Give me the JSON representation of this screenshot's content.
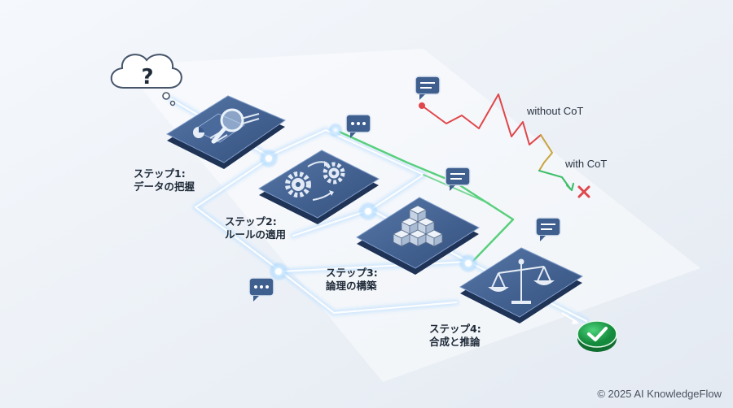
{
  "steps": [
    {
      "title": "ステップ1:",
      "desc": "データの把握"
    },
    {
      "title": "ステップ2:",
      "desc": "ルールの適用"
    },
    {
      "title": "ステップ3:",
      "desc": "論理の構築"
    },
    {
      "title": "ステップ4:",
      "desc": "合成と推論"
    }
  ],
  "comparison": {
    "without_label": "without CoT",
    "with_label": "with CoT"
  },
  "footer": {
    "copyright": "© 2025 AI KnowledgeFlow"
  },
  "icons": {
    "thought": "question-cloud-icon",
    "step1": "magnifier-chart-icon",
    "step2": "gears-icon",
    "step3": "cubes-icon",
    "step4": "balance-scale-icon",
    "result": "check-circle-icon",
    "fail": "x-mark-icon"
  },
  "colors": {
    "tile": "#3f5f8f",
    "red_path": "#e0464a",
    "green_path": "#3fbf6a",
    "check": "#23a04c"
  }
}
